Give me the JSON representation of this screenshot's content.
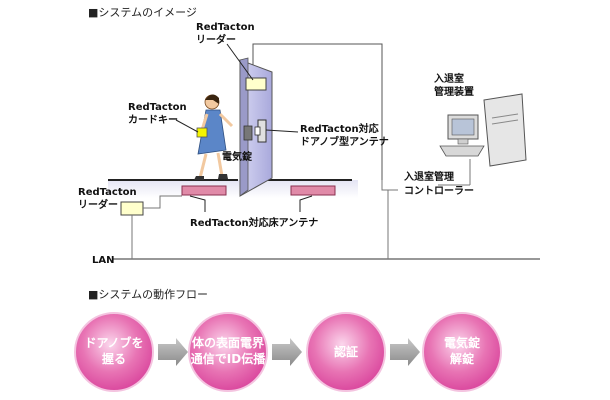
{
  "sections": {
    "system_image": "■システムのイメージ",
    "flow": "■システムの動作フロー"
  },
  "labels": {
    "door_reader_1": "RedTacton",
    "door_reader_2": "リーダー",
    "card_key_1": "RedTacton",
    "card_key_2": "カードキー",
    "lock": "電気錠",
    "knob_antenna_1": "RedTacton対応",
    "knob_antenna_2": "ドアノブ型アンテナ",
    "floor_reader_1": "RedTacton",
    "floor_reader_2": "リーダー",
    "floor_antenna": "RedTacton対応床アンテナ",
    "lan": "LAN",
    "room_mgmt_1": "入退室",
    "room_mgmt_2": "管理装置",
    "controller_1": "入退室管理",
    "controller_2": "コントローラー"
  },
  "flow_steps": [
    {
      "line1": "ドアノブを",
      "line2": "握る"
    },
    {
      "line1": "体の表面電界",
      "line2": "通信でID伝播"
    },
    {
      "line1": "認証",
      "line2": ""
    },
    {
      "line1": "電気錠",
      "line2": "解錠"
    }
  ],
  "colors": {
    "step_fill": "#e060a8",
    "step_edge": "#f4c4e0",
    "antenna_fill": "#e08aa8",
    "door_fill": "#c8c8ee",
    "reader_fill": "#ffffcc"
  }
}
